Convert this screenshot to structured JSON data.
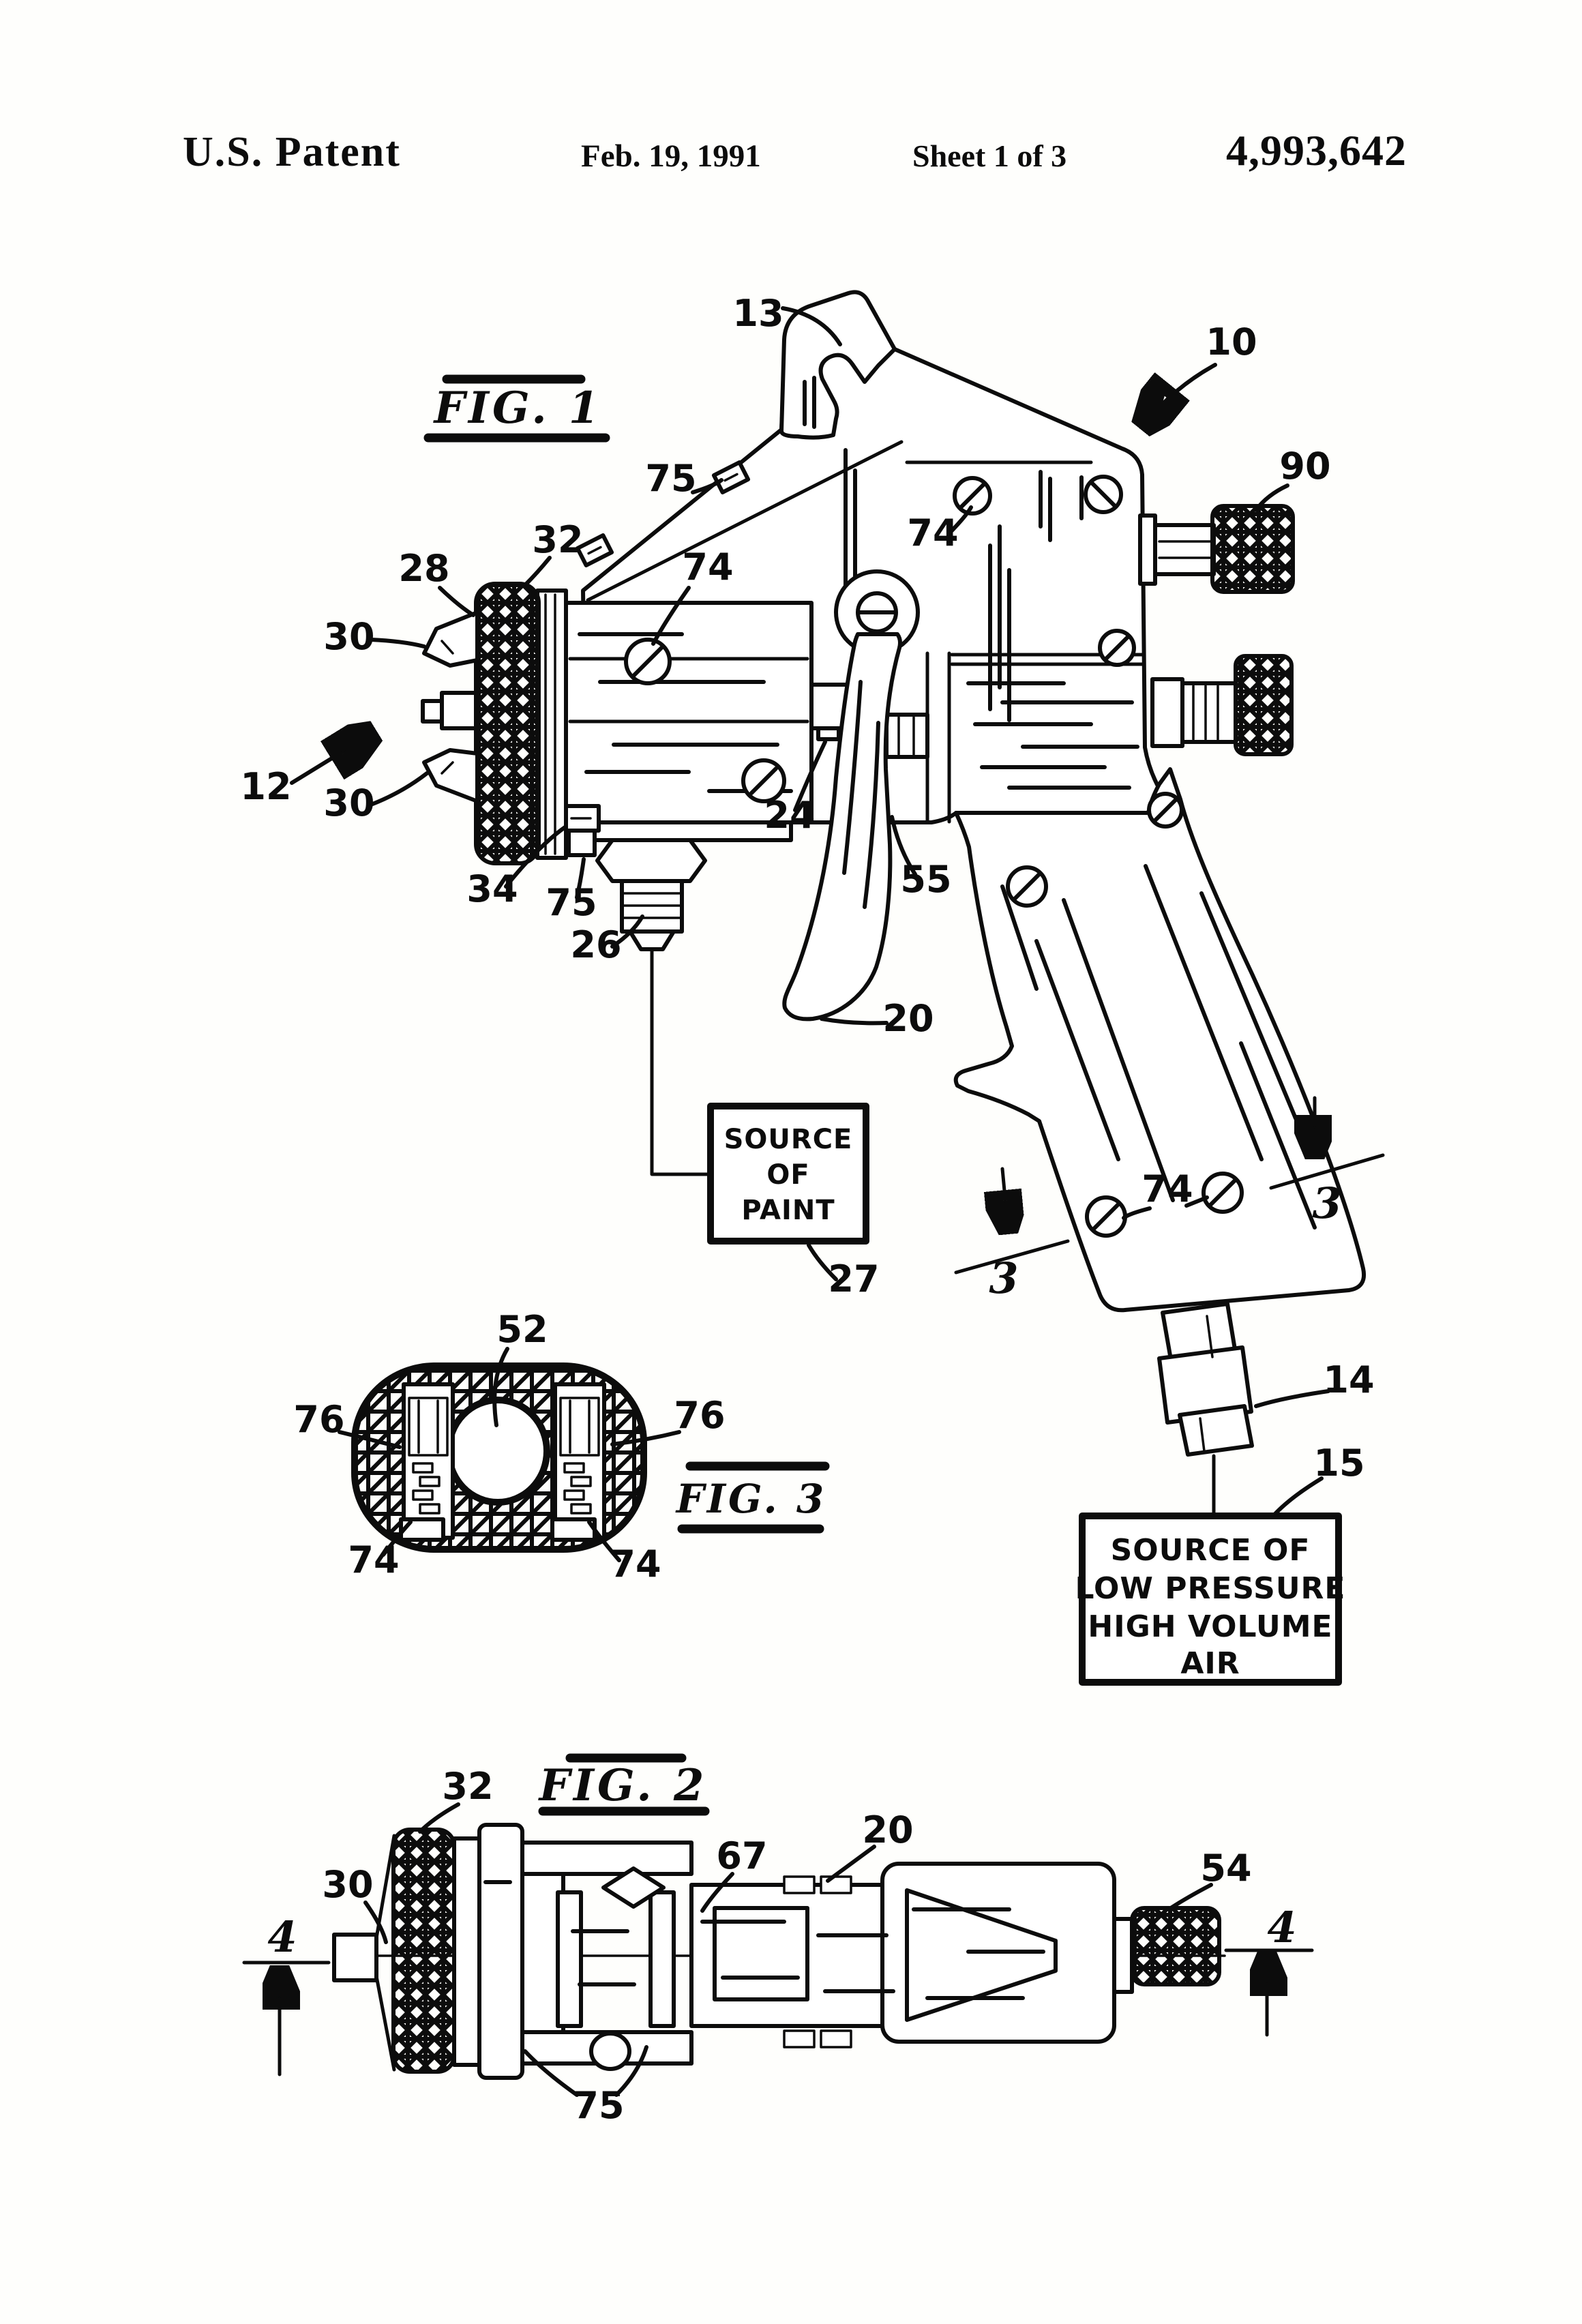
{
  "header": {
    "title": "U.S. Patent",
    "date": "Feb. 19, 1991",
    "sheet": "Sheet 1 of 3",
    "patent_number": "4,993,642"
  },
  "fig1": {
    "caption": "FIG. 1",
    "labels": {
      "n13": "13",
      "n10": "10",
      "n90": "90",
      "n75_top": "75",
      "n74_top": "74",
      "n74_front": "74",
      "n28": "28",
      "n32": "32",
      "n30_upper": "30",
      "n12": "12",
      "n30_lower": "30",
      "n34": "34",
      "n75_front": "75",
      "n26": "26",
      "n24": "24",
      "n55": "55",
      "n20": "20",
      "n27": "27",
      "n74_handle": "74",
      "n3_left": "3",
      "n3_right": "3",
      "n14": "14",
      "n15": "15"
    },
    "paint_box": {
      "lines": [
        "SOURCE",
        "OF",
        "PAINT"
      ]
    },
    "air_box": {
      "lines": [
        "SOURCE OF",
        "LOW PRESSURE",
        "HIGH VOLUME",
        "AIR"
      ]
    }
  },
  "fig3": {
    "caption": "FIG. 3",
    "labels": {
      "n52": "52",
      "n76_left": "76",
      "n76_right": "76",
      "n74_left": "74",
      "n74_right": "74"
    }
  },
  "fig2": {
    "caption": "FIG. 2",
    "labels": {
      "n32": "32",
      "n30": "30",
      "n4_left": "4",
      "n67": "67",
      "n20": "20",
      "n54": "54",
      "n4_right": "4",
      "n75": "75"
    }
  }
}
